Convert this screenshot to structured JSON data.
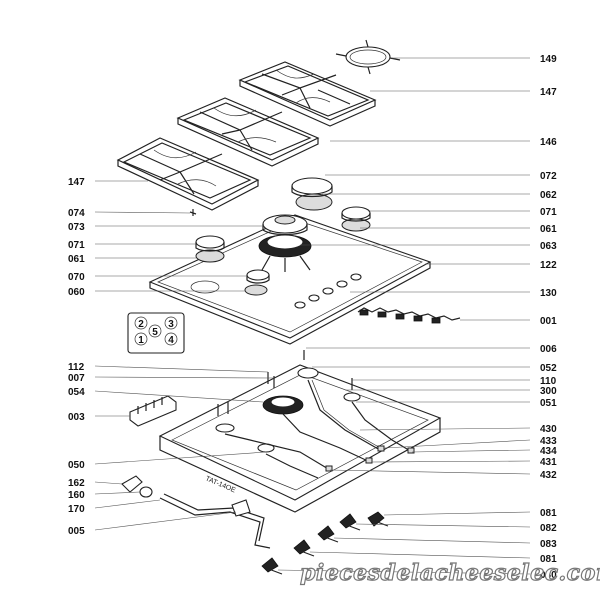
{
  "labels_right": [
    "149",
    "147",
    "146",
    "072",
    "062",
    "071",
    "061",
    "063",
    "122",
    "130",
    "001",
    "006",
    "052",
    "110",
    "300",
    "051",
    "430",
    "433",
    "434",
    "431",
    "432",
    "081",
    "082",
    "083",
    "081",
    "080"
  ],
  "labels_left": [
    "147",
    "074",
    "073",
    "071",
    "061",
    "070",
    "060",
    "112",
    "007",
    "054",
    "003",
    "050",
    "162",
    "160",
    "170",
    "005"
  ],
  "legend_numbers": [
    "2",
    "5",
    "3",
    "1",
    "4"
  ],
  "plate_text": "TAT-14OE",
  "watermark": "piecesdelacheeselec.com"
}
